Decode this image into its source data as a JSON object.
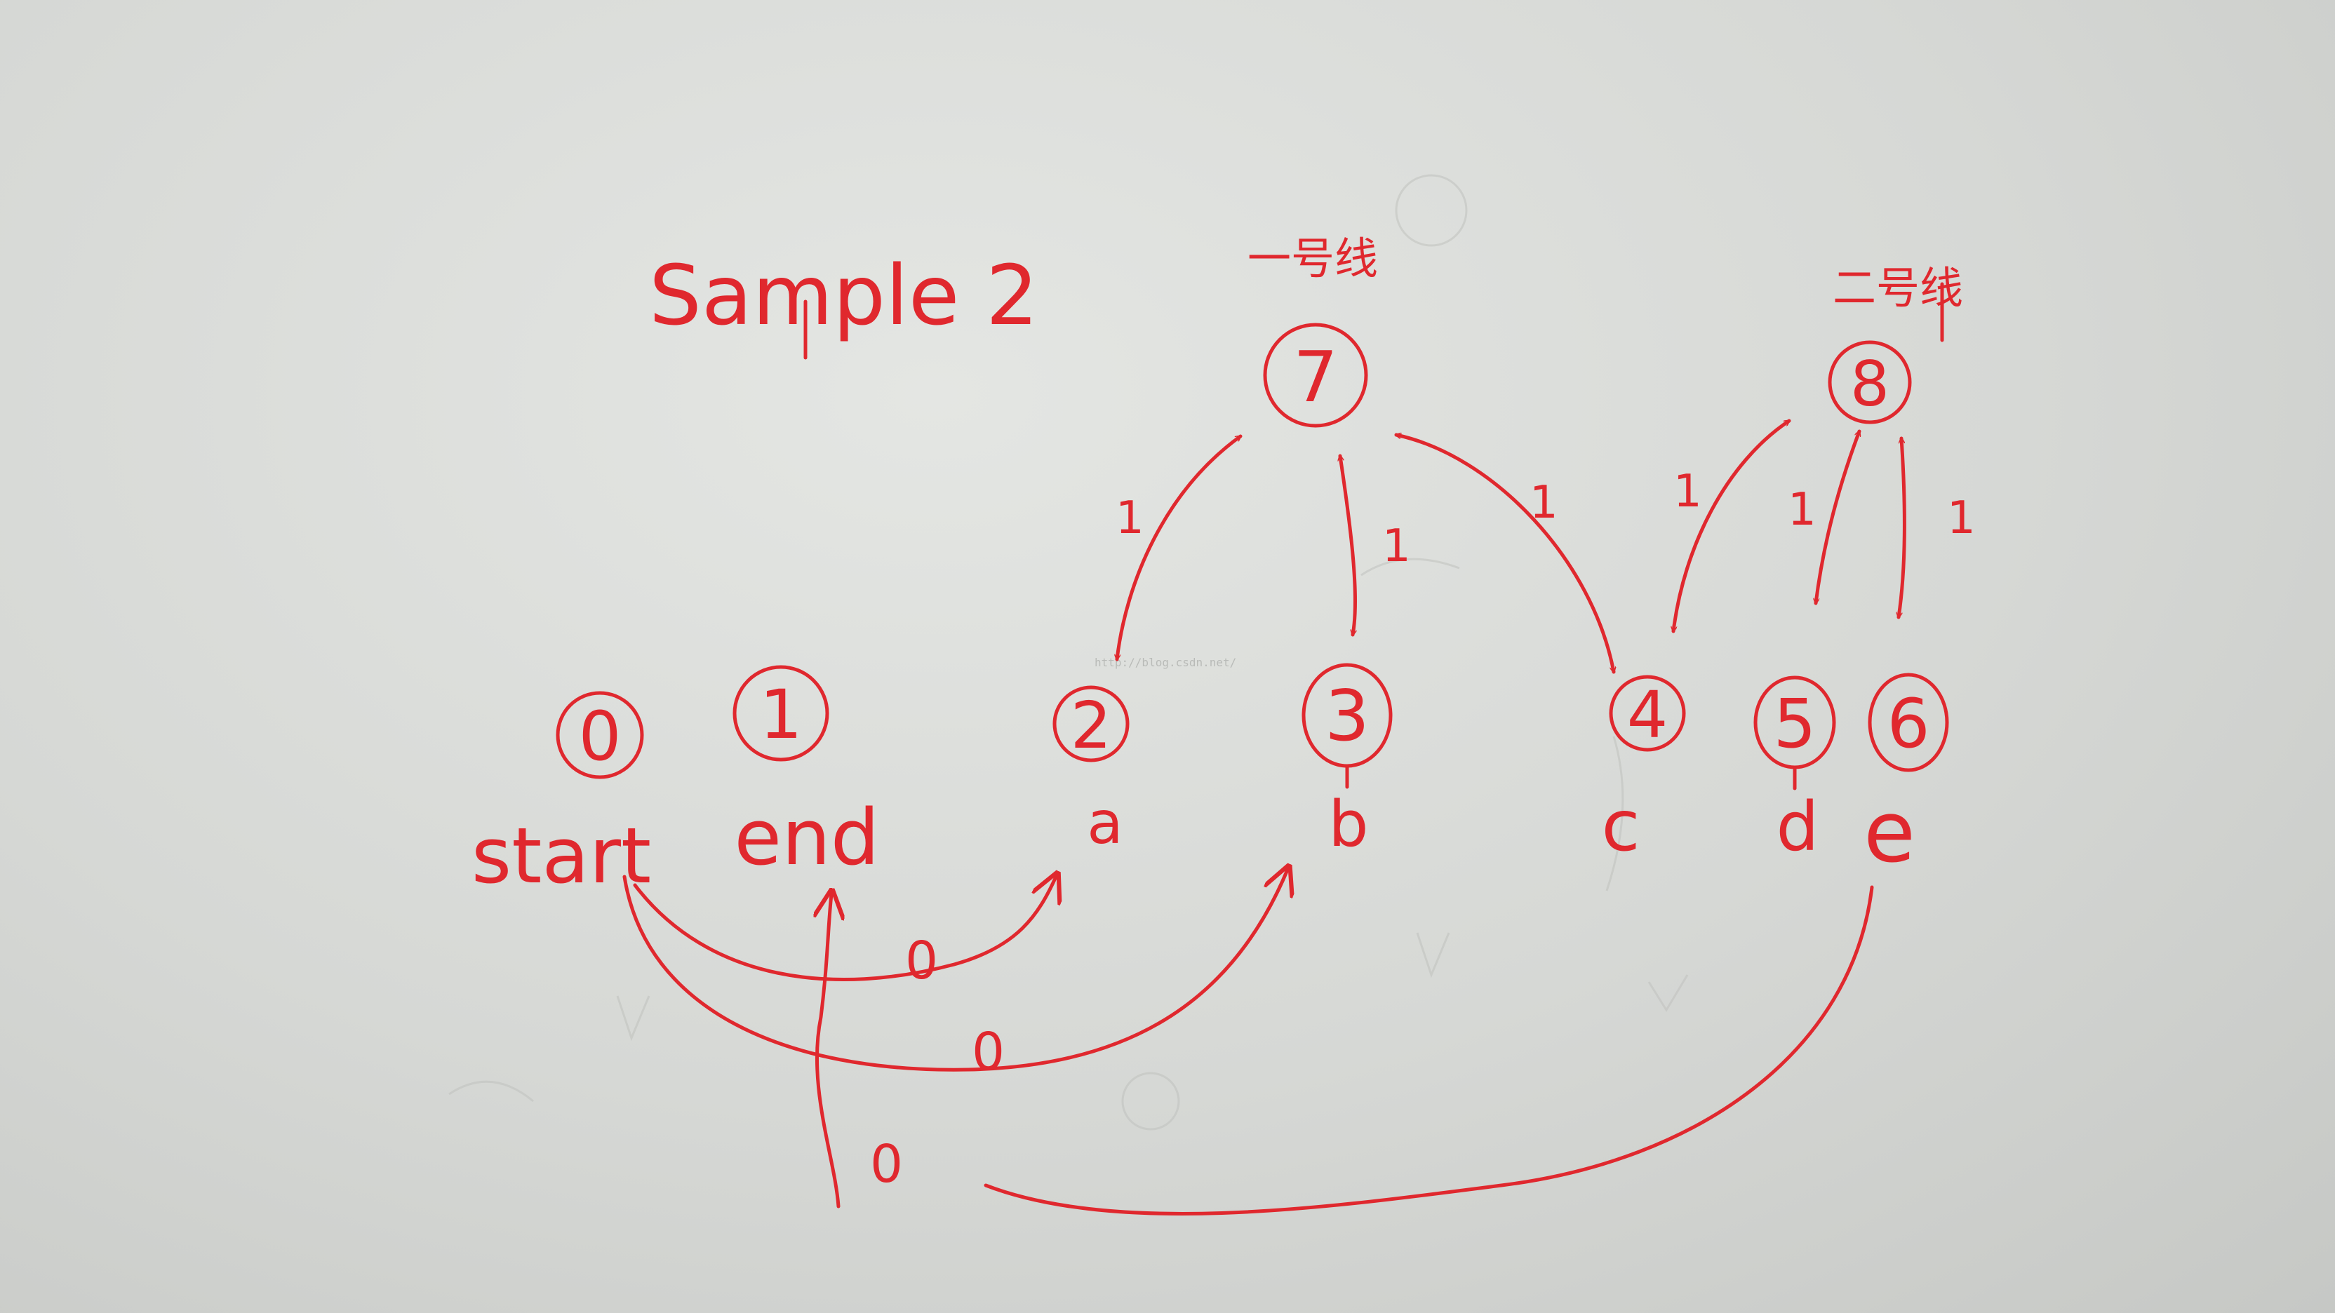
{
  "title": "Sample 2",
  "watermark": "http://blog.csdn.net/",
  "ink_color": "#e0282e",
  "line_labels": {
    "line1": "一号线",
    "line2": "二号线"
  },
  "nodes": [
    {
      "id": "0",
      "label": "start"
    },
    {
      "id": "1",
      "label": "end"
    },
    {
      "id": "2",
      "label": "a"
    },
    {
      "id": "3",
      "label": "b"
    },
    {
      "id": "4",
      "label": "c"
    },
    {
      "id": "5",
      "label": "d"
    },
    {
      "id": "6",
      "label": "e"
    },
    {
      "id": "7",
      "label": ""
    },
    {
      "id": "8",
      "label": ""
    }
  ],
  "edges": [
    {
      "from": "7",
      "to": "2",
      "weight": "1"
    },
    {
      "from": "7",
      "to": "3",
      "weight": "1"
    },
    {
      "from": "7",
      "to": "4",
      "weight": "1"
    },
    {
      "from": "8",
      "to": "4",
      "weight": "1"
    },
    {
      "from": "8",
      "to": "5",
      "weight": "1"
    },
    {
      "from": "8",
      "to": "6",
      "weight": "1"
    },
    {
      "from": "0",
      "to": "2",
      "weight": "0"
    },
    {
      "from": "0",
      "to": "3",
      "weight": "0"
    },
    {
      "from": "6",
      "to": "1",
      "weight": "0"
    }
  ]
}
